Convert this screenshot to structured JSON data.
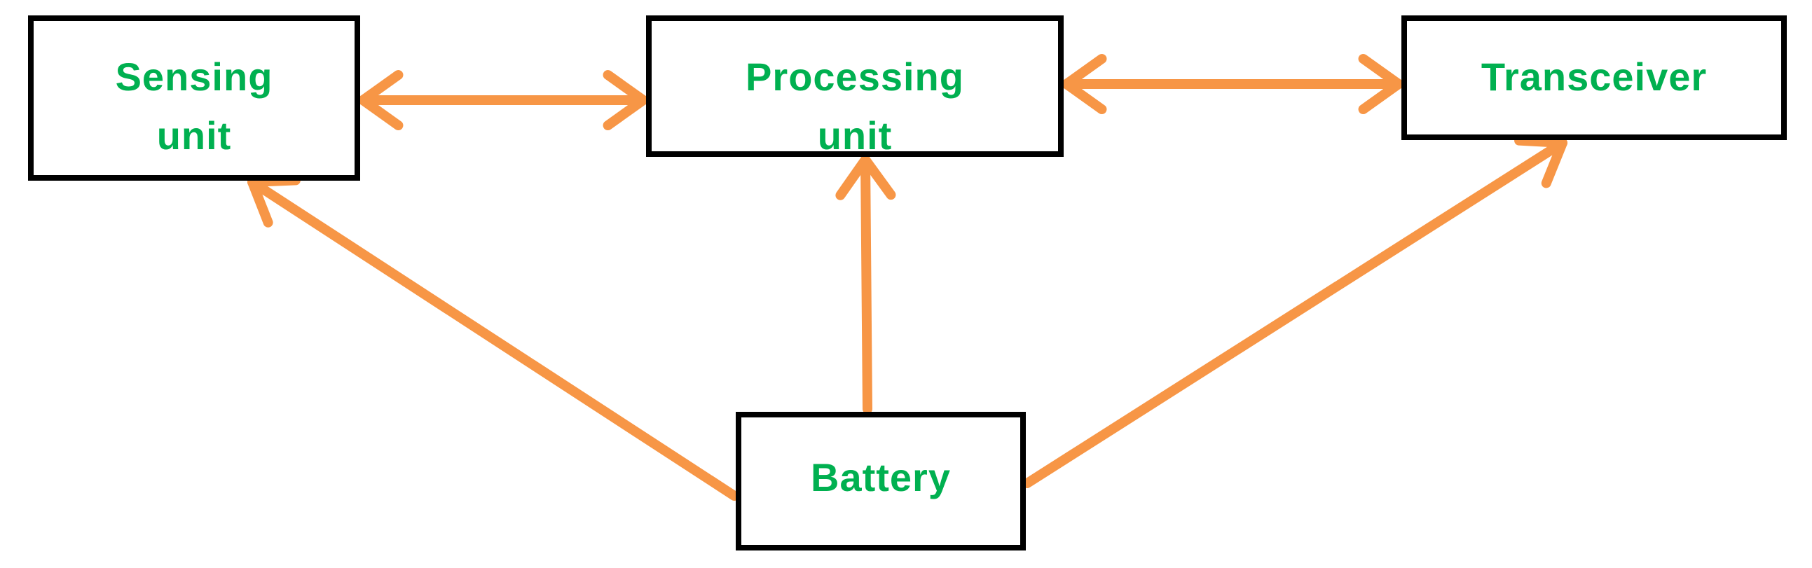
{
  "diagram": {
    "colors": {
      "arrow": "#F79646",
      "label": "#00B050",
      "border": "#000000"
    },
    "nodes": {
      "sensing": {
        "line1": "Sensing",
        "line2": "unit"
      },
      "processing": {
        "line1": "Processing",
        "line2": "unit"
      },
      "transceiver": {
        "line1": "Transceiver"
      },
      "battery": {
        "line1": "Battery"
      }
    },
    "edges": [
      {
        "from": "sensing",
        "to": "processing",
        "direction": "bidirectional"
      },
      {
        "from": "processing",
        "to": "transceiver",
        "direction": "bidirectional"
      },
      {
        "from": "battery",
        "to": "sensing",
        "direction": "forward"
      },
      {
        "from": "battery",
        "to": "processing",
        "direction": "forward"
      },
      {
        "from": "battery",
        "to": "transceiver",
        "direction": "forward"
      }
    ]
  }
}
